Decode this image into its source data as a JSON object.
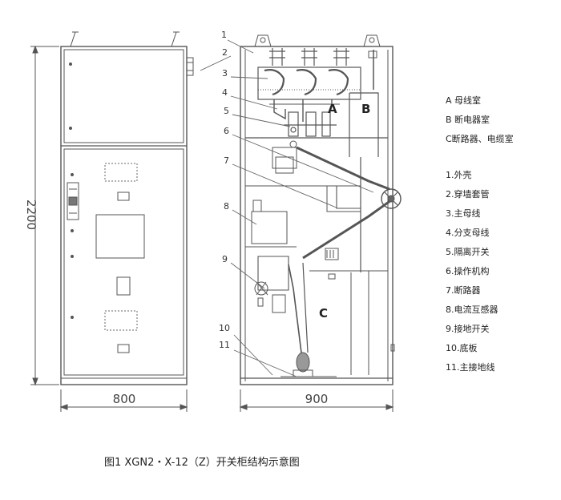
{
  "dimensions": {
    "height": "2200",
    "width_front": "800",
    "width_side": "900"
  },
  "callouts": [
    "1",
    "2",
    "3",
    "4",
    "5",
    "6",
    "7",
    "8",
    "9",
    "10",
    "11"
  ],
  "rooms": {
    "a": "A",
    "b": "B",
    "c": "C"
  },
  "legend": [
    "A 母线室",
    "B 断电器室",
    "C断路器、电缆室"
  ],
  "parts": [
    "1.外壳",
    "2.穿墙套管",
    "3.主母线",
    "4.分支母线",
    "5.隔离开关",
    "6.操作机构",
    "7.断路器",
    "8.电流互感器",
    "9.接地开关",
    "10.底板",
    "11.主接地线"
  ],
  "caption": "图1 XGN2・X-12（Z）开关柜结构示意图"
}
